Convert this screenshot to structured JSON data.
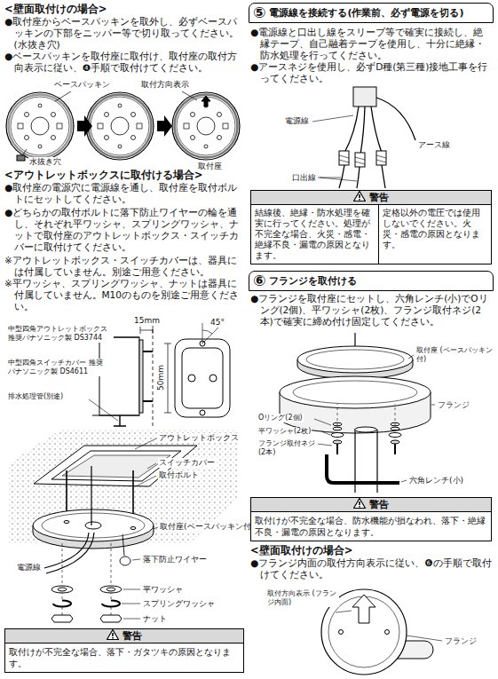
{
  "diagram": {
    "nodes": [
      {
        "text": [
          "警告",
          "取付けが不完全な場合、落下・ガタツキの原因となります。"
        ]
      },
      {
        "text": [
          "⑤",
          "電源線を接続する(作業前、必ず電源を切る)"
        ]
      },
      {
        "text": [
          "警告",
          "結線後、絶縁・防水処理を確実に行ってください。処理が不完全な場合、火災・感電・絶縁不良・漏電の原因となります。",
          "定格以外の電圧では使用しないでください。火災・感電の原因となります。"
        ]
      },
      {
        "text": [
          "⑥",
          "フランジを取付ける"
        ]
      },
      {
        "text": [
          "警告",
          "取付けが不完全な場合、防水機能が損なわれ、落下・絶縁不良・漏電の原因となります。"
        ]
      }
    ],
    "labels": [
      "<壁面取付けの場合>",
      "●取付座からベースパッキンを取外し、必ずベースパッキンの下部をニッパー等で切り取ってください。(水抜き穴)",
      "●ベースパッキンを取付座に取付け、取付座の取付方向表示に従い、❹手順で取付けてください。",
      "ベースパッキン",
      "取付方向表示",
      "水抜き穴",
      "取付座",
      "<アウトレットボックスに取付ける場合>",
      "●取付座の電源穴に電源線を通し、取付座を取付ボルトにセットしてください。",
      "●どちらかの取付ボルトに落下防止ワイヤーの輪を通し、それぞれ平ワッシャ、スプリングワッシャ、ナットで取付座のアウトレットボックス・スイッチカバーに取付けてください。",
      "※アウトレットボックス・スイッチカバーは、器具には付属していません。別途ご用意ください。",
      "※平ワッシャ、スプリングワッシャ、ナットは器具に付属していません。M10のものを別途ご用意ください。",
      "15mm",
      "50mm",
      "45°",
      "中型四角アウトレットボックス 推奨パナソニック製 DS3744",
      "中型四角スイッチカバー 推奨パナソニック製 DS4611",
      "排水処理管(別途)",
      "アウトレットボックス",
      "スイッチカバー",
      "取付ボルト",
      "取付座(ベースパッキン付)",
      "電源線",
      "落下防止ワイヤー",
      "平ワッシャ",
      "スプリングワッシャ",
      "ナット",
      "●電源線と口出し線をスリーブ等で確実に接続し、絶縁テープ、自己融着テープを使用し、十分に絶縁・防水処理を行ってください。",
      "●アースネジを使用し、必ずD種(第三種)接地工事を行ってください。",
      "電源線",
      "アース線",
      "口出線",
      "●フランジを取付座にセットし、六角レンチ(小)でOリング(2個)、平ワッシャ(2枚)、フランジ取付ネジ(2本)で確実に締め付け固定してください。",
      "取付座 (ベースパッキン付)",
      "フランジ",
      "Oリング(2個)",
      "平ワッシャ(2枚)",
      "フランジ取付ネジ (2本)",
      "六角レンチ(小)",
      "<壁面取付けの場合>",
      "●フランジ内面の取付方向表示に従い、❻の手順で取付けてください。",
      "取付方向表示 (フランジ内面)",
      "フランジ"
    ]
  }
}
